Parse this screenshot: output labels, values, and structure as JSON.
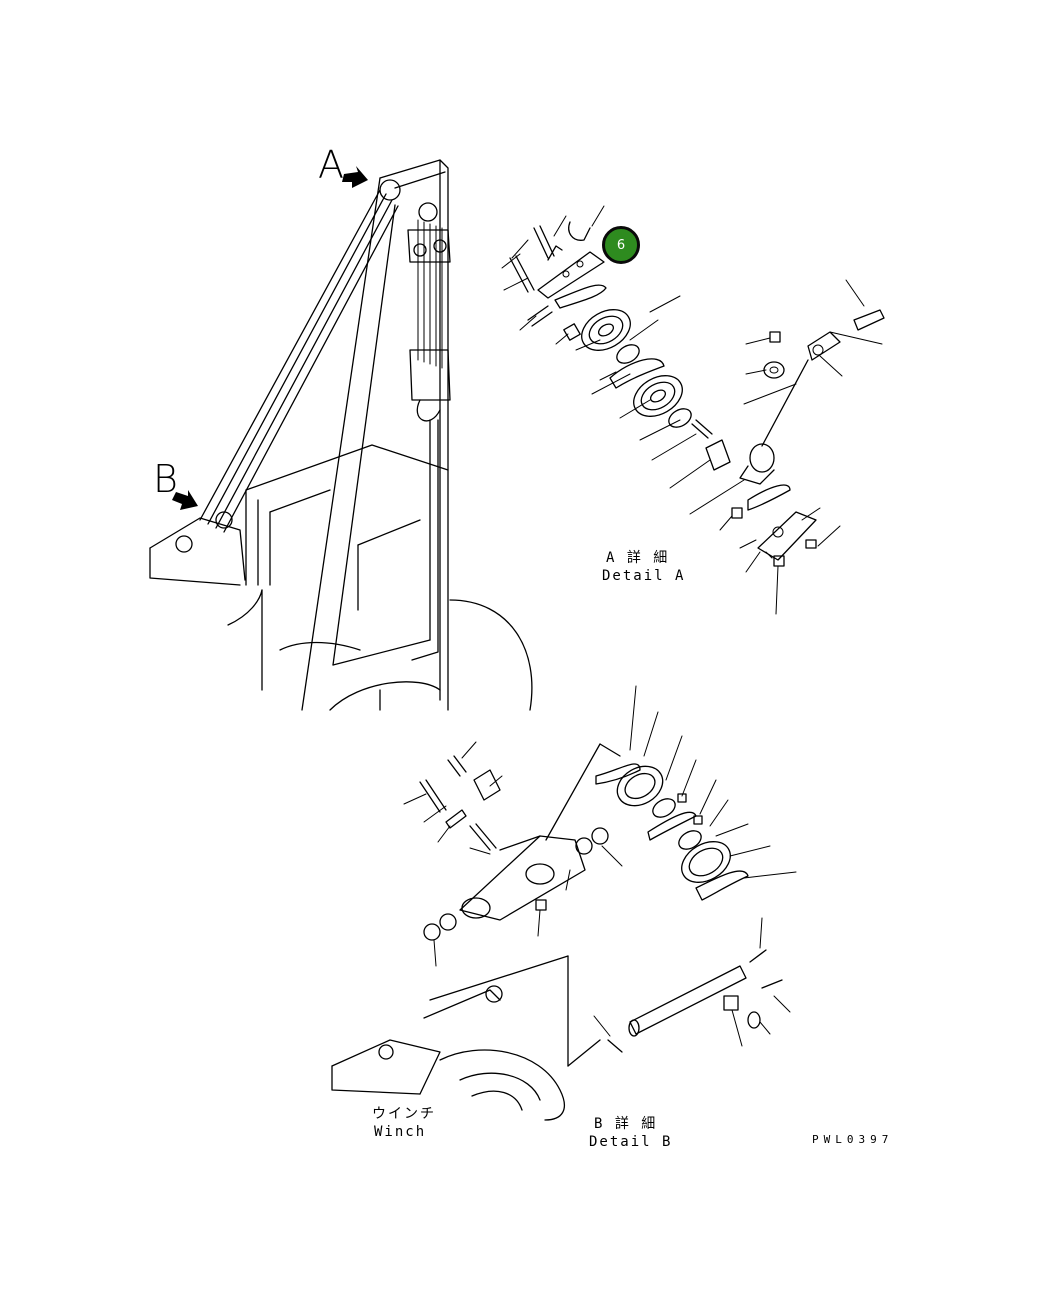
{
  "labels": {
    "view_a": "A",
    "view_b": "B",
    "detail_a_jp": "A 詳 細",
    "detail_a_en": "Detail A",
    "detail_b_jp": "B 詳 細",
    "detail_b_en": "Detail B",
    "winch_jp": "ウインチ",
    "winch_en": "Winch",
    "drawing_code": "PWL0397"
  },
  "callout": {
    "number": "6",
    "color": "#2e8b1f"
  }
}
